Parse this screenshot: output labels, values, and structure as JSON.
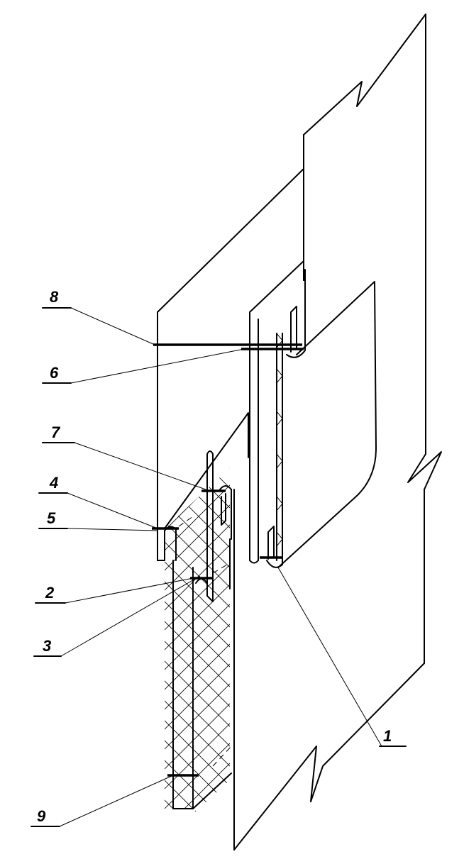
{
  "callouts": [
    {
      "id": "callout-8",
      "label": "8"
    },
    {
      "id": "callout-6",
      "label": "6"
    },
    {
      "id": "callout-7",
      "label": "7"
    },
    {
      "id": "callout-4",
      "label": "4"
    },
    {
      "id": "callout-5",
      "label": "5"
    },
    {
      "id": "callout-2",
      "label": "2"
    },
    {
      "id": "callout-3",
      "label": "3"
    },
    {
      "id": "callout-9",
      "label": "9"
    },
    {
      "id": "callout-1",
      "label": "1"
    }
  ]
}
